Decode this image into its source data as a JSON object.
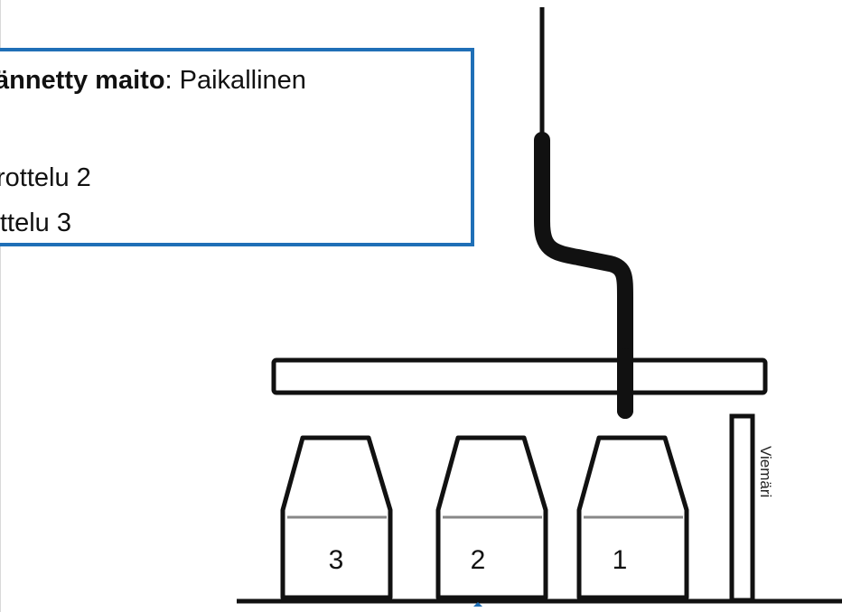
{
  "callout": {
    "line1_bold": "ännetty maito",
    "line1_rest": ": Paikallinen",
    "line2": "rottelu 2",
    "line3": "ttelu 3"
  },
  "containers": [
    {
      "label": "3"
    },
    {
      "label": "2"
    },
    {
      "label": "1"
    }
  ],
  "drain": {
    "label": "Viemäri"
  },
  "colors": {
    "callout_border": "#1f6fb7",
    "line": "#111111",
    "container_fill": "#ffffff"
  }
}
